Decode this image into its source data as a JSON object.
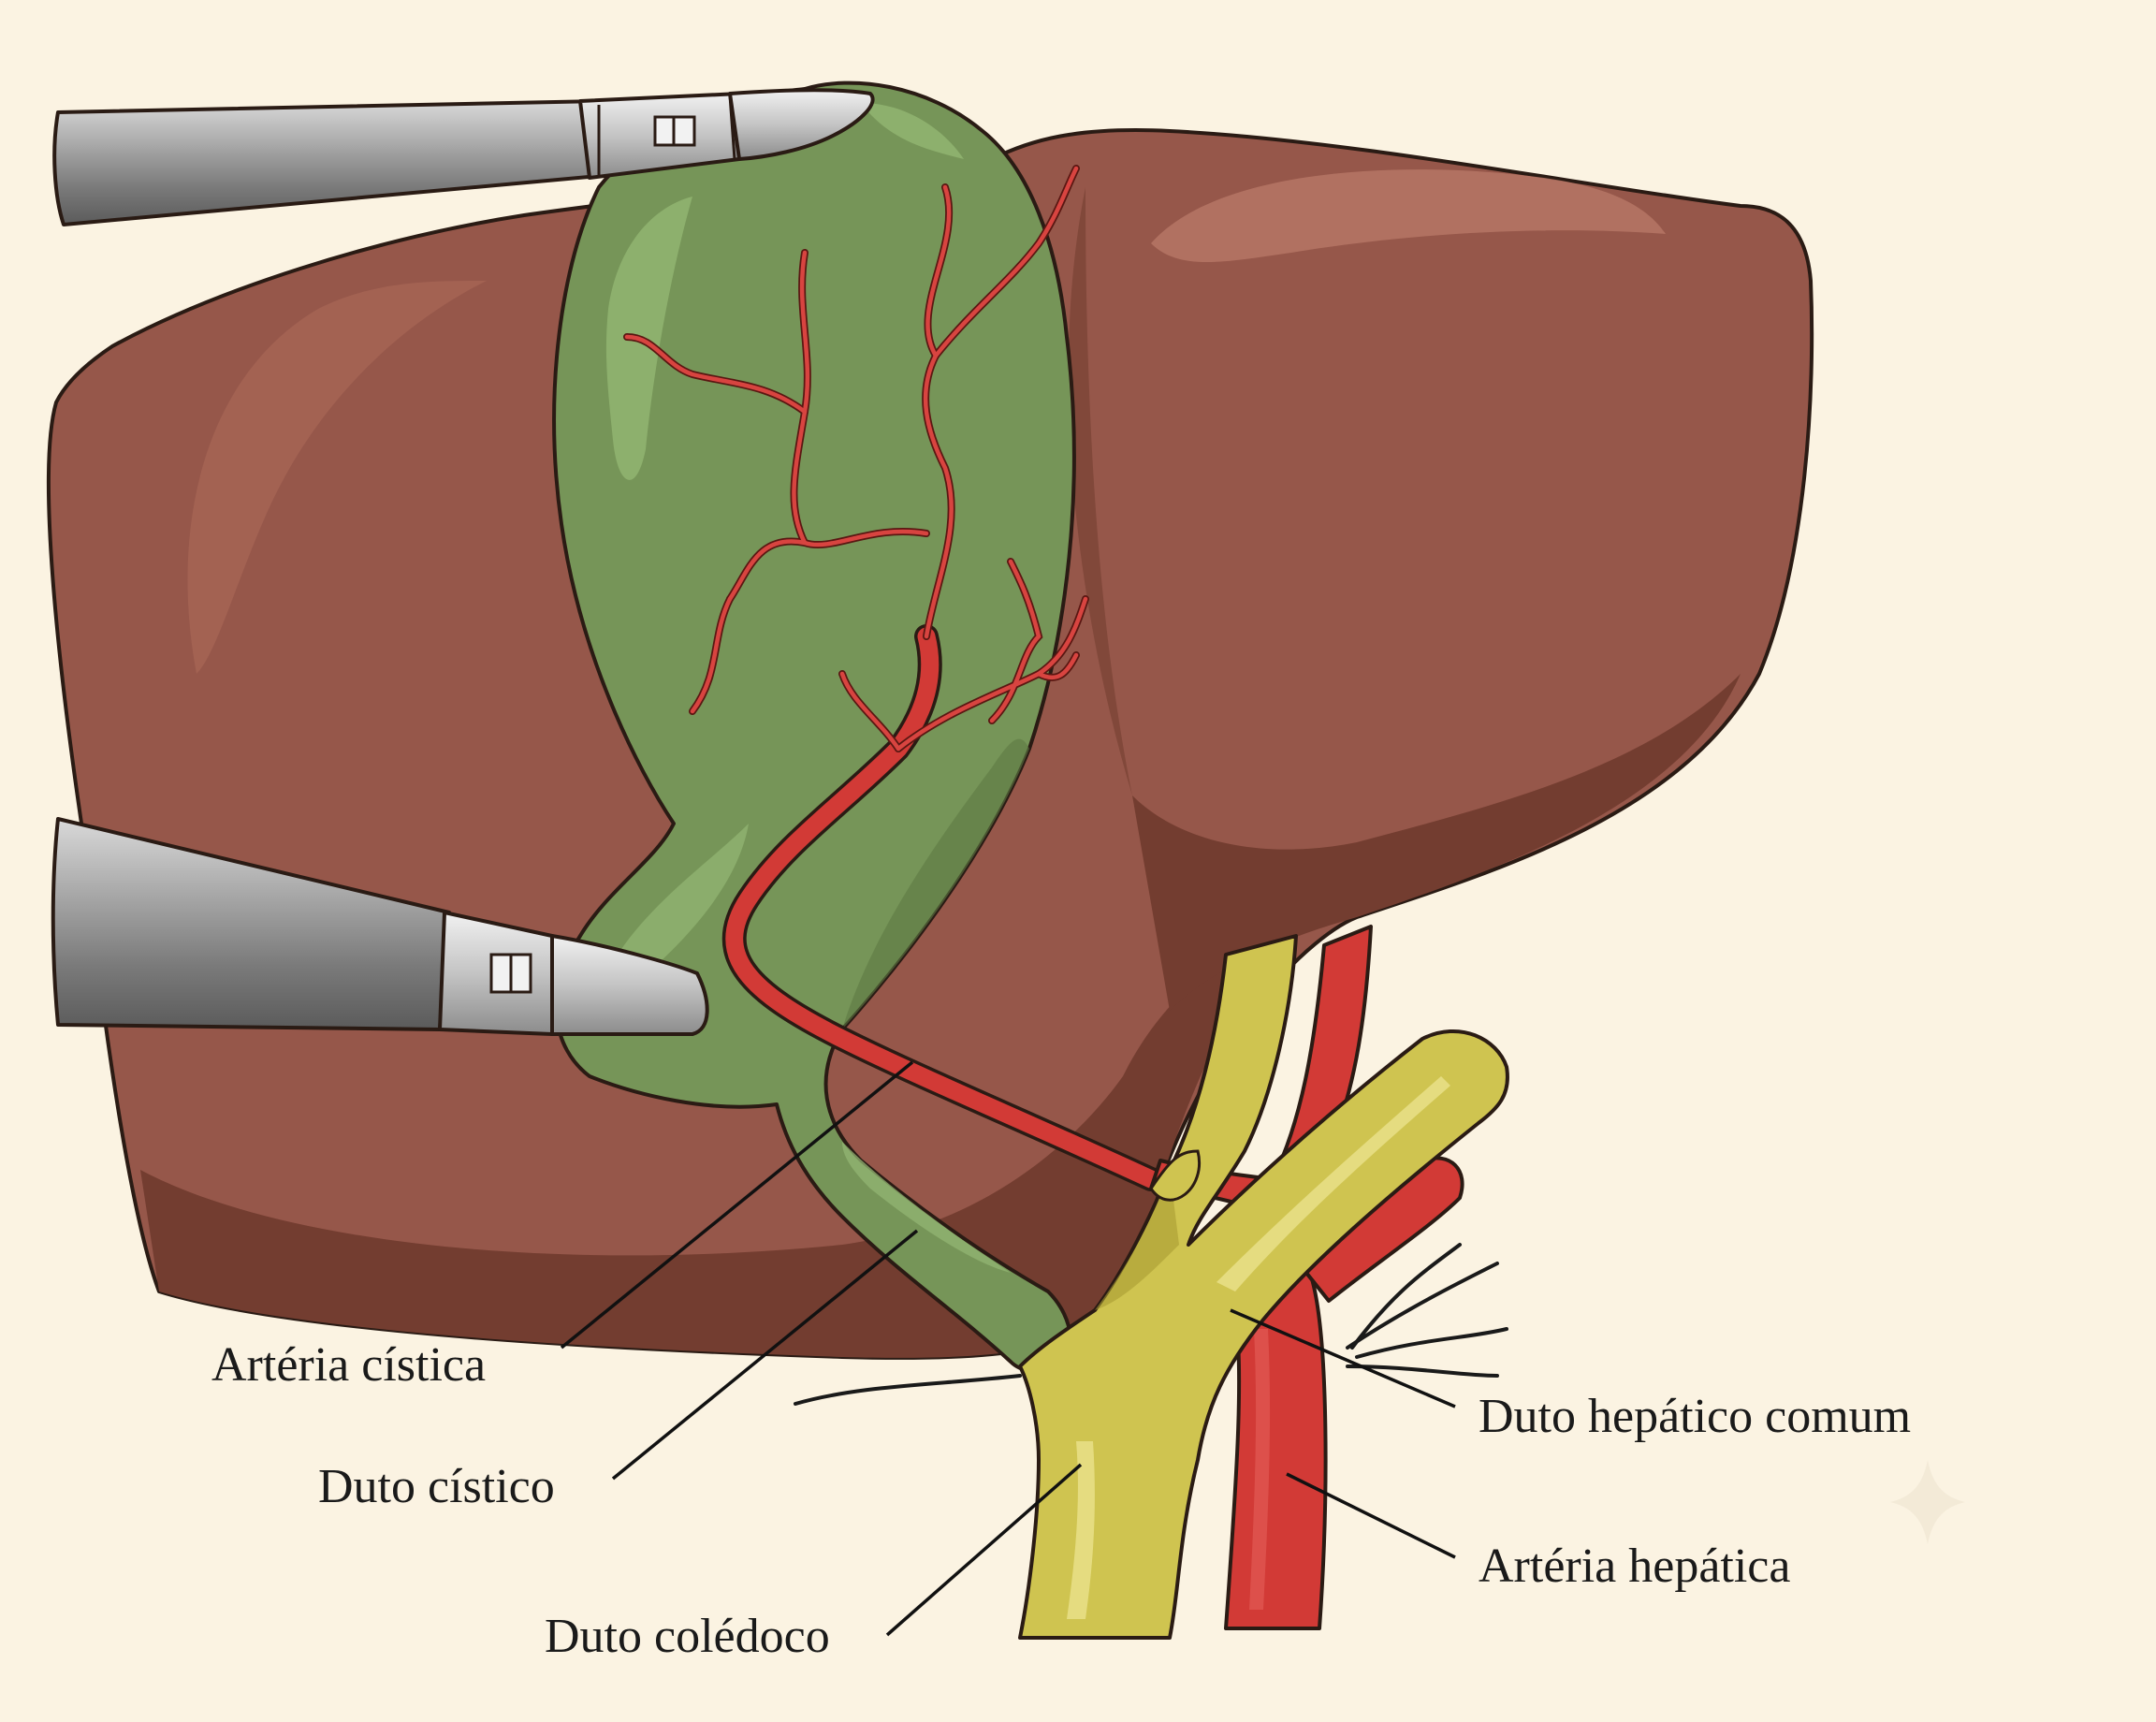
{
  "diagram": {
    "labels": {
      "arteria_cistica": "Artéria cística",
      "duto_cistico": "Duto cístico",
      "duto_coledoco": "Duto colédoco",
      "duto_hepatico_comum": "Duto hepático comum",
      "arteria_hepatica": "Artéria hepática"
    },
    "colors": {
      "background": "#fbf3e2",
      "liver": "#96574a",
      "liver_shadow": "#733d30",
      "gallbladder": "#769558",
      "bile_duct": "#cfc450",
      "artery": "#d23a36",
      "instrument": "#8f8f8f"
    },
    "icons": [
      "laparoscopic-grasper-icon",
      "laparoscopic-grasper-icon"
    ]
  }
}
